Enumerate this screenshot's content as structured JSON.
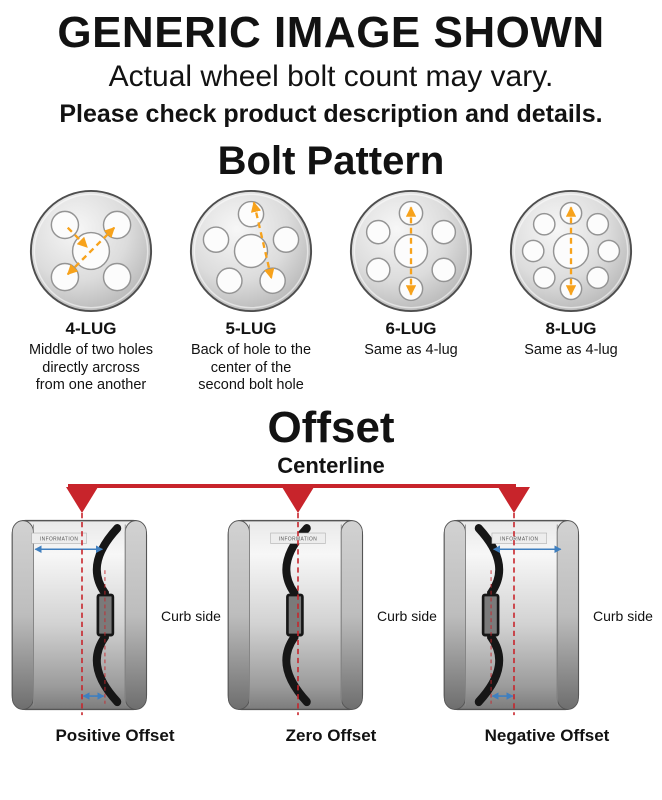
{
  "header": {
    "title": "GENERIC IMAGE SHOWN",
    "subtitle": "Actual wheel bolt count may vary.",
    "note": "Please check product description and details."
  },
  "bolt_pattern": {
    "title": "Bolt Pattern",
    "lugs": [
      {
        "label": "4-LUG",
        "description": "Middle of two holes directly arcross from one another"
      },
      {
        "label": "5-LUG",
        "description": "Back of hole to the center of the second bolt hole"
      },
      {
        "label": "6-LUG",
        "description": "Same as 4-lug"
      },
      {
        "label": "8-LUG",
        "description": "Same as 4-lug"
      }
    ]
  },
  "offset": {
    "title": "Offset",
    "centerline_label": "Centerline",
    "curb_side_label": "Curb side",
    "wheel_watermark": "INFORMATION",
    "types": [
      {
        "label": "Positive Offset"
      },
      {
        "label": "Zero Offset"
      },
      {
        "label": "Negative Offset"
      }
    ]
  },
  "colors": {
    "accent_orange": "#F7A21B",
    "centerline_red": "#C8242B",
    "dimension_blue": "#3F7FBF",
    "text_black": "#121212"
  }
}
